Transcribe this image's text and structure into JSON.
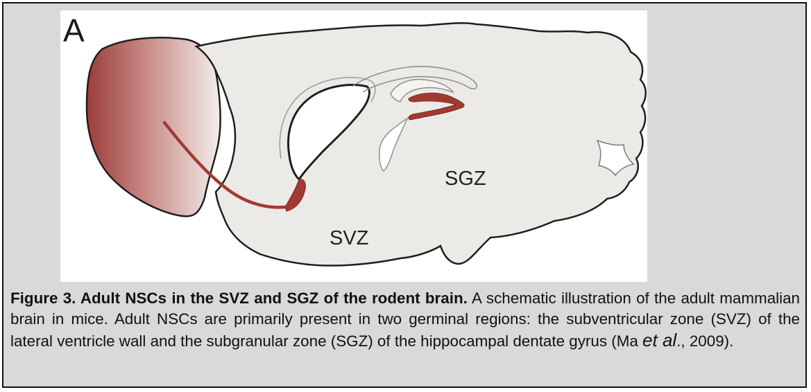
{
  "panel": {
    "letter": "A",
    "labels": {
      "sgz": "SGZ",
      "svz": "SVZ"
    },
    "colors": {
      "tissue": "#eceae6",
      "outline": "#1e1e1e",
      "migration_stream": "#a13a33",
      "olfactory_bulb": "#9b3d3a",
      "ventricle": "#ffffff"
    }
  },
  "caption": {
    "title": "Figure 3. Adult NSCs in the SVZ and SGZ of the rodent brain.",
    "body_before_etal": " A schematic illustration of the adult mammalian brain in mice. Adult NSCs are primarily present in two germinal regions: the subventricular zone (SVZ) of the lateral ventricle wall and the subgranular zone (SGZ) of the hippocampal dentate gyrus (Ma ",
    "etal": "et al",
    "body_after_etal": "., 2009)."
  }
}
